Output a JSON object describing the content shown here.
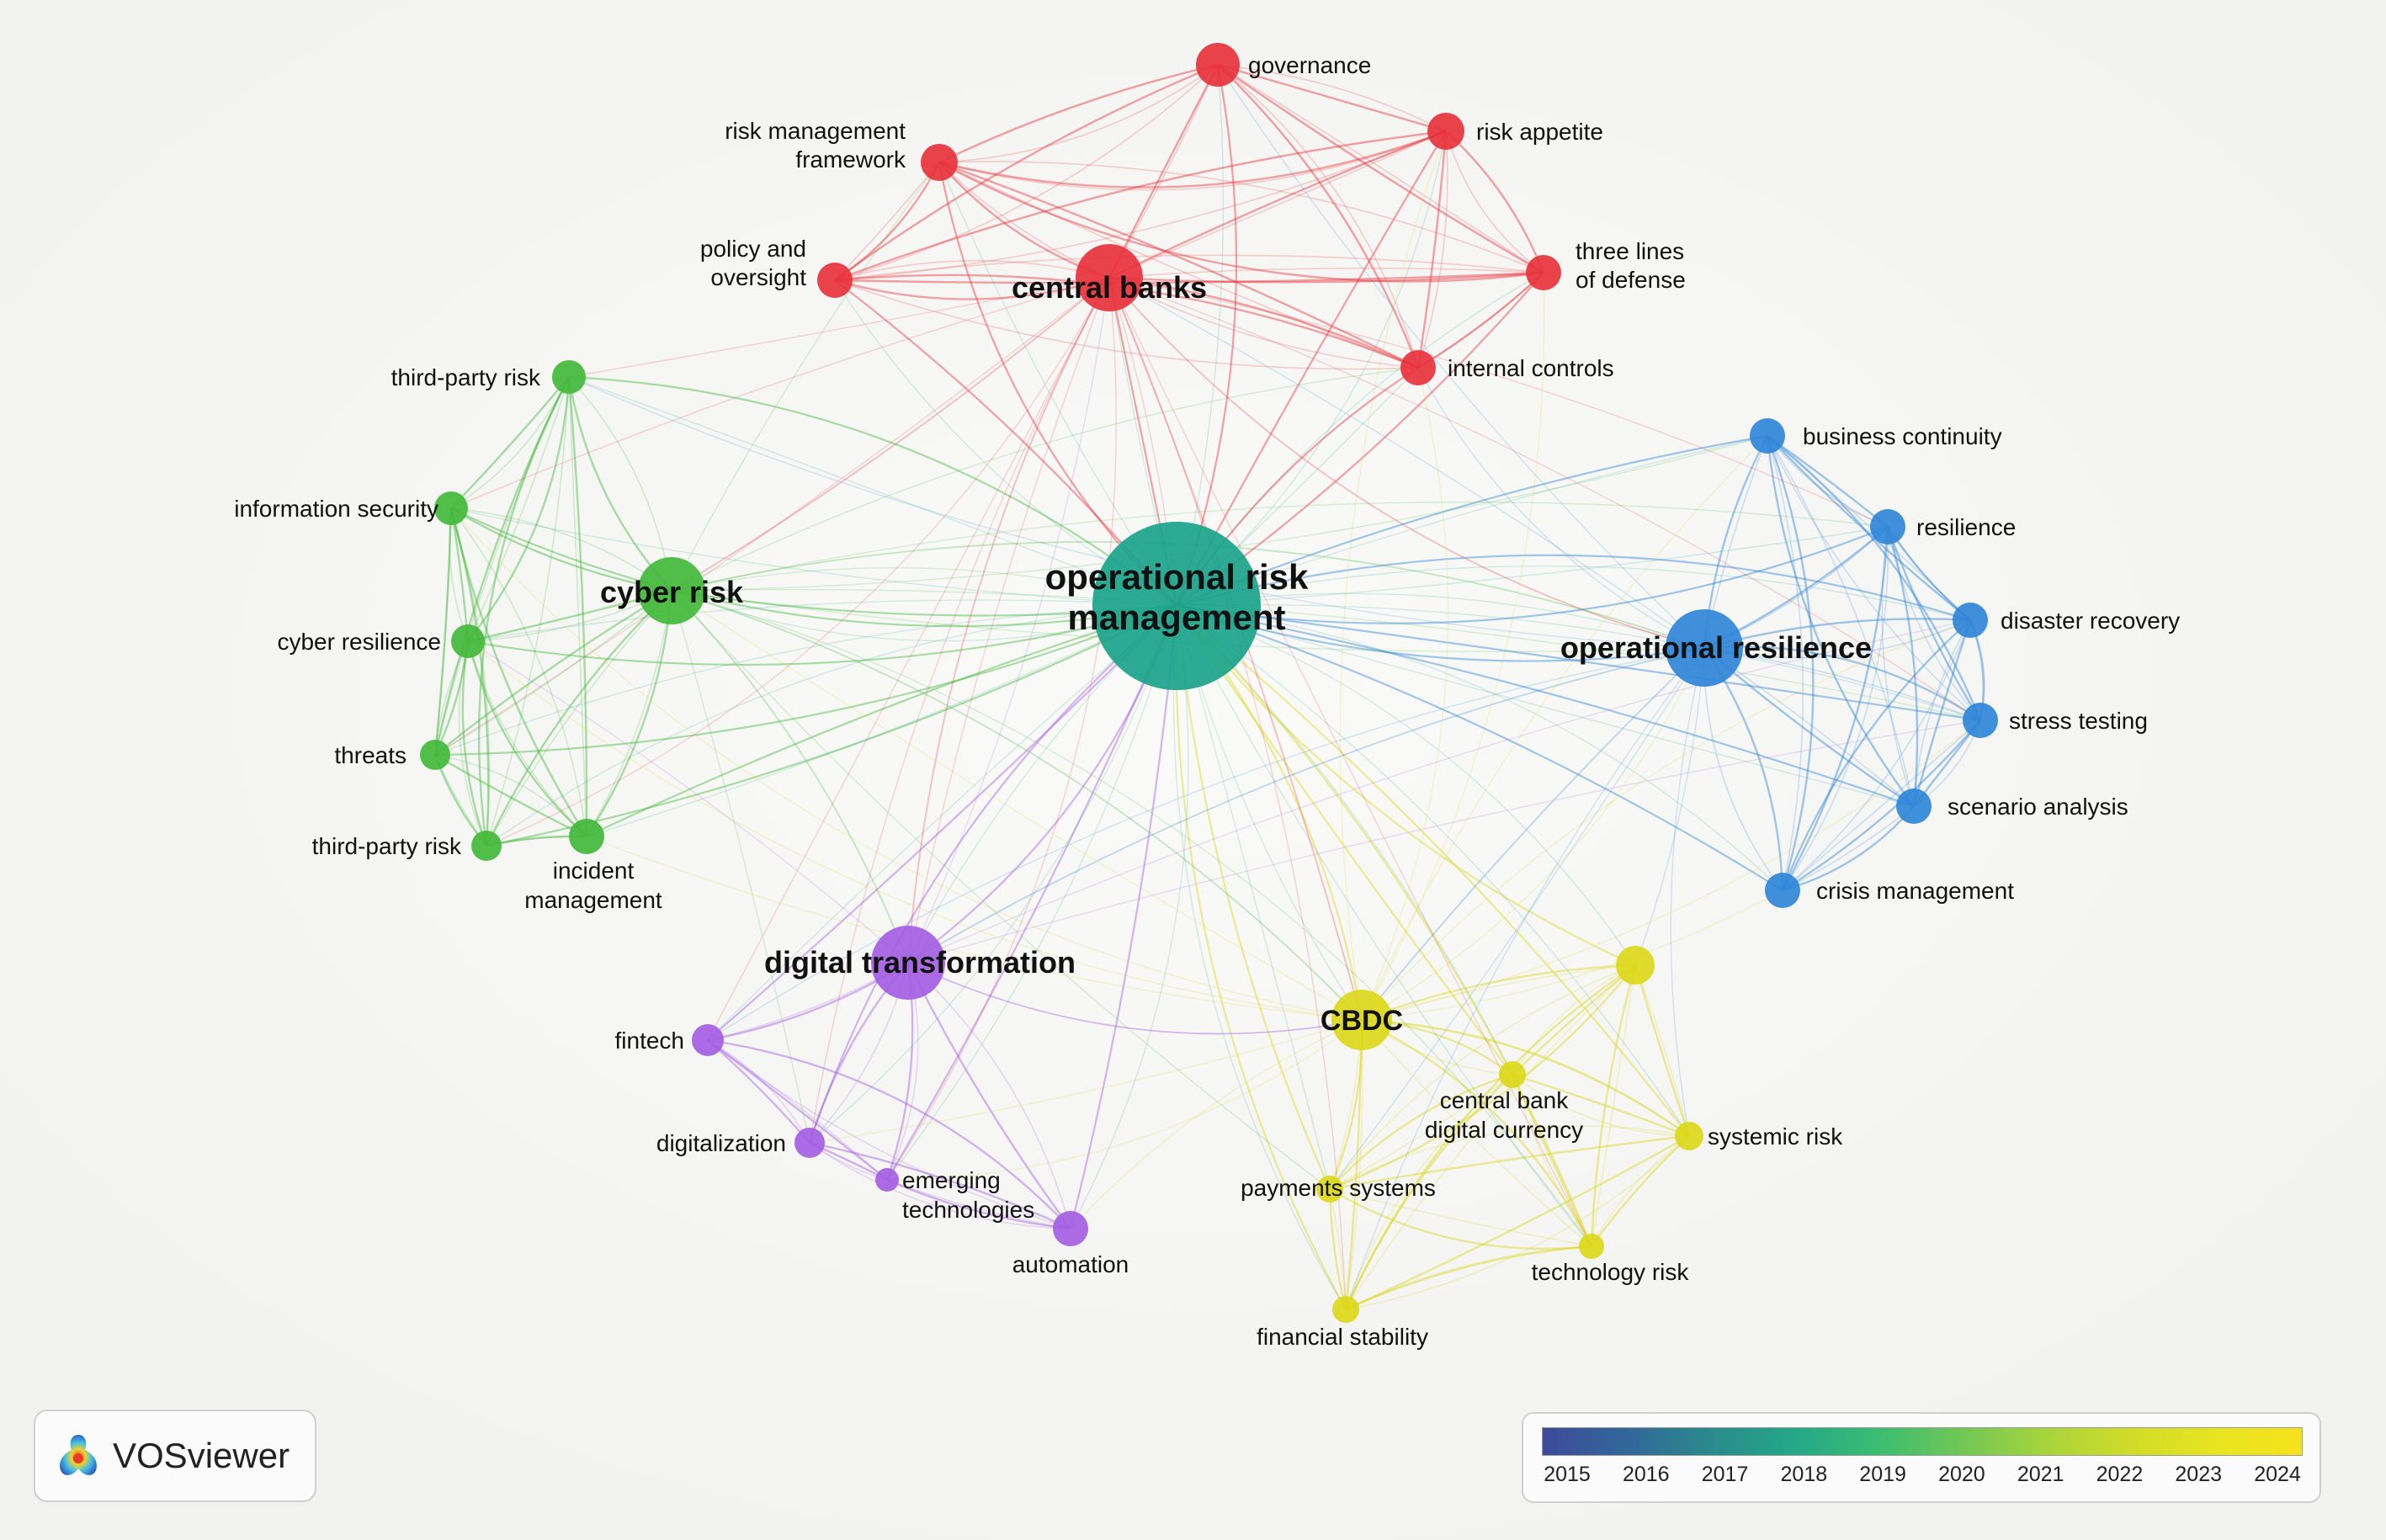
{
  "nodes": [
    {
      "id": "orm",
      "label": "operational risk management",
      "lines": [
        "operational risk",
        "management"
      ],
      "cluster": "teal",
      "weight": 5,
      "bold": true
    },
    {
      "id": "central_banks",
      "label": "central banks",
      "lines": [
        "central banks"
      ],
      "cluster": "red",
      "weight": 4,
      "bold": true
    },
    {
      "id": "governance",
      "label": "governance",
      "lines": [
        "governance"
      ],
      "cluster": "red",
      "weight": 2
    },
    {
      "id": "rmf",
      "label": "risk management framework",
      "lines": [
        "risk management",
        "framework"
      ],
      "cluster": "red",
      "weight": 1.5
    },
    {
      "id": "risk_appetite",
      "label": "risk appetite",
      "lines": [
        "risk appetite"
      ],
      "cluster": "red",
      "weight": 1.5
    },
    {
      "id": "policy",
      "label": "policy and oversight",
      "lines": [
        "policy and",
        "oversight"
      ],
      "cluster": "red",
      "weight": 1.4
    },
    {
      "id": "three_lines",
      "label": "three lines of defense",
      "lines": [
        "three lines",
        "of defense"
      ],
      "cluster": "red",
      "weight": 1.4
    },
    {
      "id": "internal_controls",
      "label": "internal controls",
      "lines": [
        "internal controls"
      ],
      "cluster": "red",
      "weight": 1.4
    },
    {
      "id": "cyber_risk",
      "label": "cyber risk",
      "lines": [
        "cyber risk"
      ],
      "cluster": "green",
      "weight": 3.3,
      "bold": true
    },
    {
      "id": "tpr1",
      "label": "third-party risk",
      "lines": [
        "third-party risk"
      ],
      "cluster": "green",
      "weight": 1.4
    },
    {
      "id": "infosec",
      "label": "information security",
      "lines": [
        "information security"
      ],
      "cluster": "green",
      "weight": 1.4
    },
    {
      "id": "cyber_res",
      "label": "cyber resilience",
      "lines": [
        "cyber resilience"
      ],
      "cluster": "green",
      "weight": 1.4
    },
    {
      "id": "threats",
      "label": "threats",
      "lines": [
        "threats"
      ],
      "cluster": "green",
      "weight": 1.2
    },
    {
      "id": "tpr2",
      "label": "third-party risk",
      "lines": [
        "third-party risk"
      ],
      "cluster": "green",
      "weight": 1.2
    },
    {
      "id": "incident",
      "label": "incident management",
      "lines": [
        "incident",
        "management"
      ],
      "cluster": "green",
      "weight": 1.4
    },
    {
      "id": "op_res",
      "label": "operational resilience",
      "lines": [
        "operational resilience"
      ],
      "cluster": "blue",
      "weight": 3.6,
      "bold": true
    },
    {
      "id": "bcont",
      "label": "business continuity",
      "lines": [
        "business continuity"
      ],
      "cluster": "blue",
      "weight": 1.5
    },
    {
      "id": "resilience",
      "label": "resilience",
      "lines": [
        "resilience"
      ],
      "cluster": "blue",
      "weight": 1.5
    },
    {
      "id": "disaster",
      "label": "disaster recovery",
      "lines": [
        "disaster recovery"
      ],
      "cluster": "blue",
      "weight": 1.5
    },
    {
      "id": "stress",
      "label": "stress testing",
      "lines": [
        "stress testing"
      ],
      "cluster": "blue",
      "weight": 1.5
    },
    {
      "id": "scenario",
      "label": "scenario analysis",
      "lines": [
        "scenario analysis"
      ],
      "cluster": "blue",
      "weight": 1.5
    },
    {
      "id": "crisis",
      "label": "crisis management",
      "lines": [
        "crisis management"
      ],
      "cluster": "blue",
      "weight": 1.5
    },
    {
      "id": "digital",
      "label": "digital transformation",
      "lines": [
        "digital transformation"
      ],
      "cluster": "purple",
      "weight": 3.6,
      "bold": true
    },
    {
      "id": "fintech",
      "label": "fintech",
      "lines": [
        "fintech"
      ],
      "cluster": "purple",
      "weight": 1.4
    },
    {
      "id": "digitalization",
      "label": "digitalization",
      "lines": [
        "digitalization"
      ],
      "cluster": "purple",
      "weight": 1.3
    },
    {
      "id": "emerging",
      "label": "emerging technologies",
      "lines": [
        "emerging",
        "technologies"
      ],
      "cluster": "purple",
      "weight": 1.1
    },
    {
      "id": "automation",
      "label": "automation",
      "lines": [
        "automation"
      ],
      "cluster": "purple",
      "weight": 1.4
    },
    {
      "id": "cbdc",
      "label": "CBDC",
      "lines": [
        "CBDC"
      ],
      "cluster": "yellow",
      "weight": 3,
      "bold": true
    },
    {
      "id": "y_unlabeled",
      "label": "",
      "lines": [],
      "cluster": "yellow",
      "weight": 1.6
    },
    {
      "id": "cbdc_full",
      "label": "central bank digital currency",
      "lines": [
        "central bank",
        "digital currency"
      ],
      "cluster": "yellow",
      "weight": 1.1
    },
    {
      "id": "systemic",
      "label": "systemic risk",
      "lines": [
        "systemic risk"
      ],
      "cluster": "yellow",
      "weight": 1.2
    },
    {
      "id": "payments",
      "label": "payments systems",
      "lines": [
        "payments systems"
      ],
      "cluster": "yellow",
      "weight": 1.1
    },
    {
      "id": "techrisk",
      "label": "technology risk",
      "lines": [
        "technology risk"
      ],
      "cluster": "yellow",
      "weight": 1.1
    },
    {
      "id": "finstab",
      "label": "financial stability",
      "lines": [
        "financial stability"
      ],
      "cluster": "yellow",
      "weight": 1.1
    }
  ],
  "clusters": {
    "teal": "#1aa38a",
    "red": "#e8323c",
    "green": "#43b83b",
    "blue": "#2f86d8",
    "purple": "#a35ee3",
    "yellow": "#dcd81a"
  },
  "brand": {
    "name": "VOSviewer"
  },
  "legend": {
    "years": [
      "2015",
      "2016",
      "2017",
      "2018",
      "2019",
      "2020",
      "2021",
      "2022",
      "2023",
      "2024"
    ],
    "colors": [
      "#3e4a9b",
      "#32679a",
      "#2a8a8c",
      "#24a888",
      "#3bbd70",
      "#72c855",
      "#a9d43c",
      "#d2dc28",
      "#e8e420",
      "#f5e21b"
    ]
  }
}
